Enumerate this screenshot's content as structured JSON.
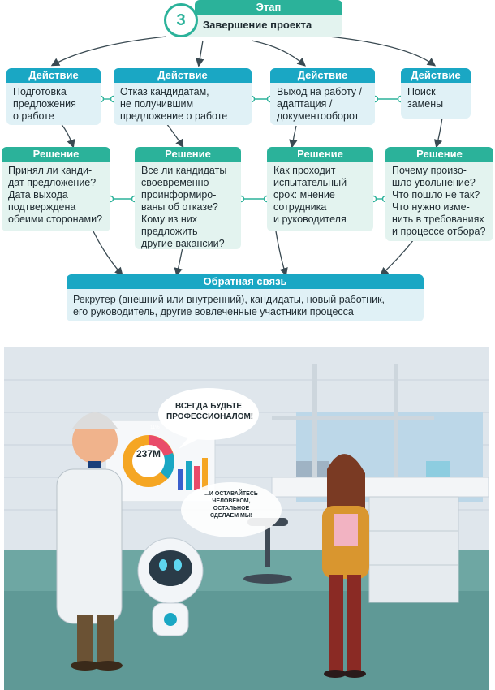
{
  "stage": {
    "header": "Этап",
    "number": "3",
    "title": "Завершение проекта"
  },
  "actions": [
    {
      "header": "Действие",
      "text": "Подготовка\nпредложения\nо работе"
    },
    {
      "header": "Действие",
      "text": "Отказ кандидатам,\nне получившим\nпредложение о работе"
    },
    {
      "header": "Действие",
      "text": "Выход на работу /\nадаптация /\nдокументооборот"
    },
    {
      "header": "Действие",
      "text": "Поиск\nзамены"
    }
  ],
  "decisions": [
    {
      "header": "Решение",
      "text": "Принял ли канди-\nдат предложение?\nДата выхода\nподтверждена\nобеими сторонами?"
    },
    {
      "header": "Решение",
      "text": "Все ли кандидаты\nсвоевременно\nпроинформиро-\nваны об отказе?\nКому из них\nпредложить\nдругие вакансии?"
    },
    {
      "header": "Решение",
      "text": "Как проходит\nиспытательный\nсрок: мнение\nсотрудника\nи руководителя"
    },
    {
      "header": "Решение",
      "text": "Почему произо-\nшло увольнение?\nЧто пошло не так?\nЧто нужно изме-\nнить в требованиях\nи процессе отбора?"
    }
  ],
  "feedback": {
    "header": "Обратная связь",
    "text": "Рекрутер (внешний или внутренний), кандидаты, новый работник,\nего руководитель, другие вовлеченные участники процесса"
  },
  "illustration": {
    "speech1": "ВСЕГДА БУДЬТЕ\nПРОФЕССИОНАЛОМ!",
    "speech2": "...И ОСТАВАЙТЕСЬ\nЧЕЛОВЕКОМ,\nОСТАЛЬНОЕ\nСДЕЛАЕМ МЫ!",
    "chart_value": "237M",
    "chart_small": "11%"
  },
  "colors": {
    "green": "#2bb29a",
    "blue": "#1aa7c4",
    "green_light": "#e3f3ef",
    "blue_light": "#e0f1f6"
  }
}
